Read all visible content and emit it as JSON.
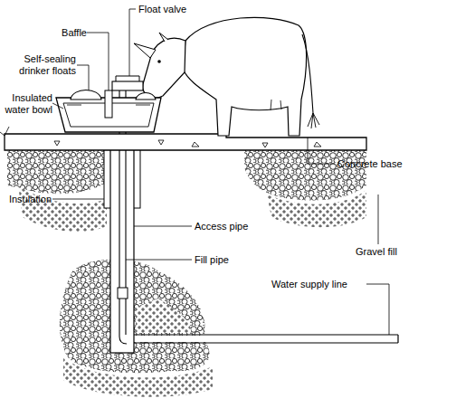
{
  "diagram": {
    "labels": [
      "Float valve",
      "Baffle",
      "Self-sealing drinker floats",
      "Insulated water bowl",
      "Concrete base",
      "Insulation",
      "Access pipe",
      "Fill pipe",
      "Gravel fill",
      "Water supply line"
    ]
  }
}
